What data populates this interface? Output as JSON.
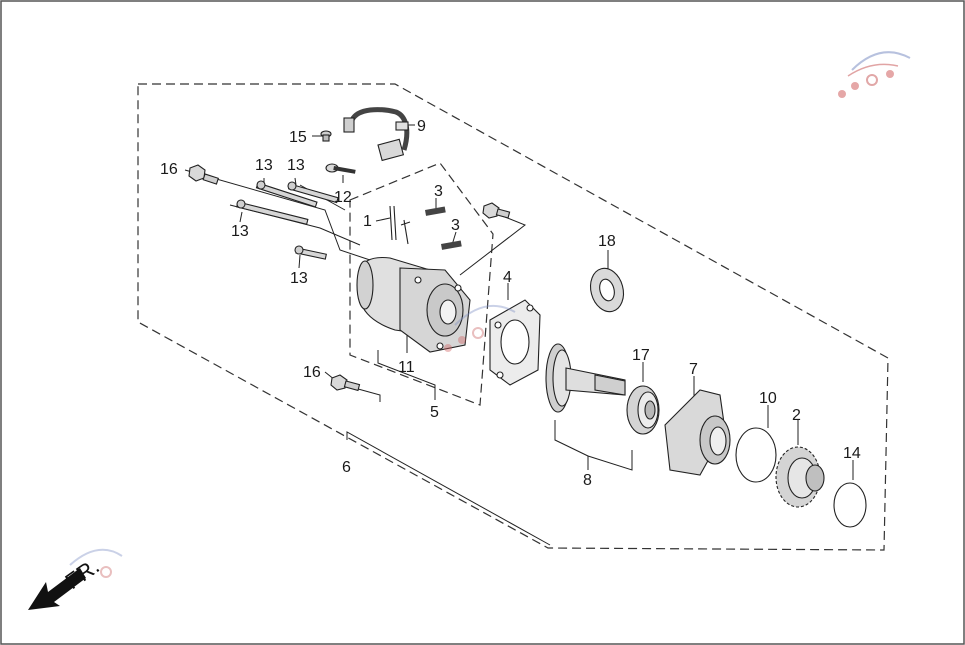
{
  "callouts": [
    "1",
    "2",
    "3",
    "3",
    "4",
    "5",
    "6",
    "7",
    "8",
    "9",
    "10",
    "11",
    "12",
    "13",
    "13",
    "13",
    "13",
    "14",
    "15",
    "16",
    "16",
    "17",
    "18"
  ],
  "direction_label": "FR.",
  "colors": {
    "line": "#222222",
    "part_fill": "#e6e6e6",
    "part_dark": "#b5b5b5",
    "arrow": "#111111"
  },
  "icons": {
    "direction": "left-down-arrow-icon",
    "watermark": "logo-watermark-icon"
  }
}
